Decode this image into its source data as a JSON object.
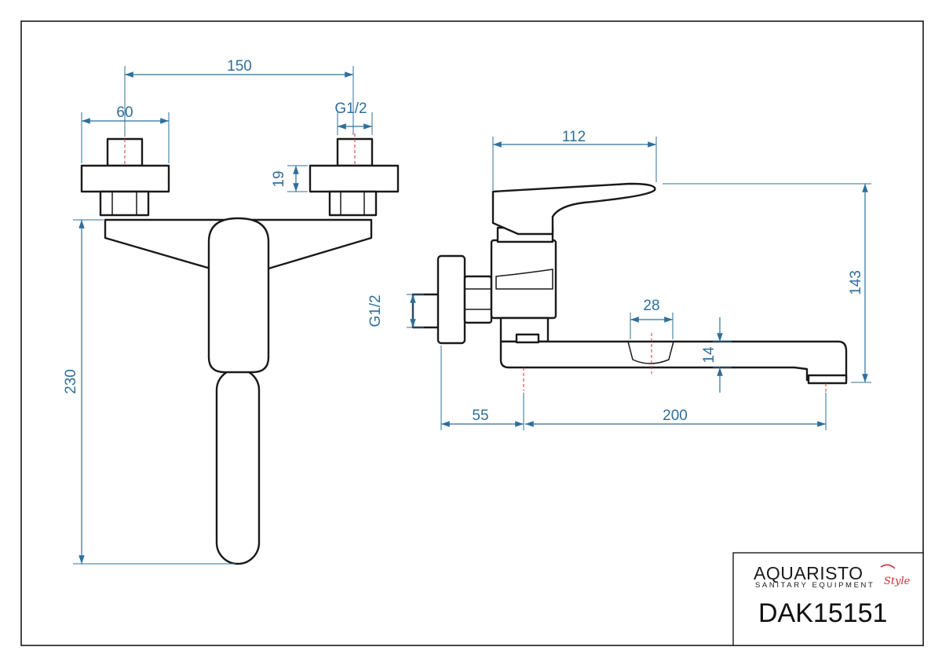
{
  "dimensions": {
    "front": {
      "width_150": "150",
      "width_60": "60",
      "thread_g12": "G1/2",
      "height_19": "19",
      "height_230": "230"
    },
    "side": {
      "depth_112": "112",
      "height_143": "143",
      "thread_g12": "G1/2",
      "aerator_28": "28",
      "spout_14": "14",
      "offset_55": "55",
      "reach_200": "200"
    }
  },
  "title_block": {
    "brand": "AQUARISTO",
    "tagline": "SANITARY EQUIPMENT",
    "script": "Style",
    "product_code": "DAK15151"
  },
  "colors": {
    "dimension": "#2f6f9a",
    "outline": "#1a1a1a",
    "centerline": "#d0303a",
    "brand_accent": "#c8303a"
  }
}
